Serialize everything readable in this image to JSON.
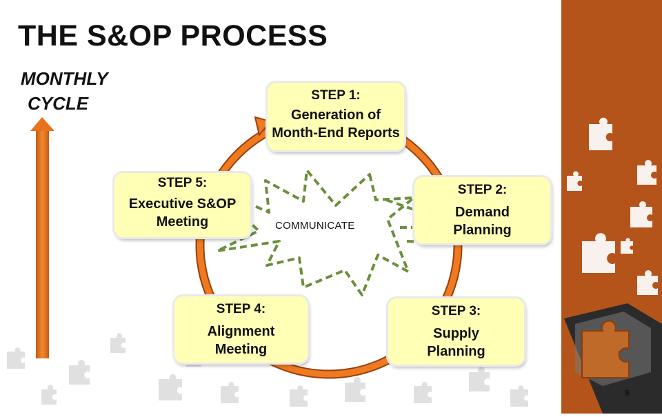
{
  "title": "THE S&OP PROCESS",
  "subtitle": {
    "line1": "MONTHLY",
    "line2": "CYCLE"
  },
  "center_label": "COMMUNICATE",
  "page_number": "9",
  "colors": {
    "cycle_ring": "#e8731c",
    "step_box": "#ffffb6",
    "burst_outline": "#6b8f3b",
    "sidebar": "#b5541a",
    "arrow": "#e8731c"
  },
  "steps": [
    {
      "label": "STEP 1:",
      "name": "Generation of Month-End Reports"
    },
    {
      "label": "STEP 2:",
      "name": "Demand Planning"
    },
    {
      "label": "STEP 3:",
      "name": "Supply Planning"
    },
    {
      "label": "STEP 4:",
      "name": "Alignment Meeting"
    },
    {
      "label": "STEP 5:",
      "name": "Executive S&OP Meeting"
    }
  ]
}
